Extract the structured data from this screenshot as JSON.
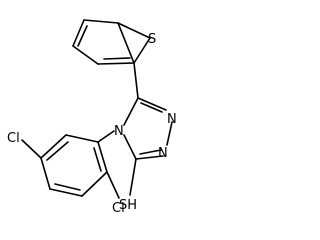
{
  "structure": {
    "atoms": {
      "thiophene_s": "S",
      "n1": "N",
      "n2": "N",
      "n4": "N",
      "thiol": "SH",
      "cl_upper": "Cl",
      "cl_lower": "Cl"
    }
  }
}
